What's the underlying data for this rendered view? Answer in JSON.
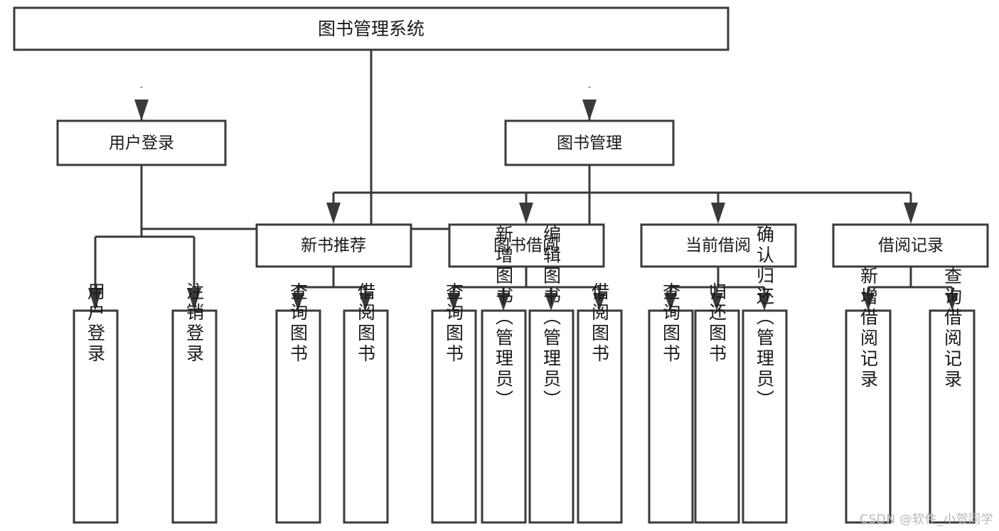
{
  "diagram": {
    "type": "tree-hierarchy-chart",
    "title": "图书管理系统",
    "orientation": "top-down",
    "colors": {
      "box_fill": "#ffffff",
      "box_stroke": "#3a3a3a",
      "text": "#1a1a1a",
      "watermark": "#b8b8b8",
      "background": "#ffffff"
    },
    "levels": {
      "root": {
        "label": "图书管理系统"
      },
      "level2": [
        {
          "label": "用户登录"
        },
        {
          "label": "图书管理"
        }
      ],
      "level3": [
        {
          "label": "新书推荐"
        },
        {
          "label": "图书借阅"
        },
        {
          "label": "当前借阅"
        },
        {
          "label": "借阅记录"
        }
      ],
      "leaves": {
        "user_login": [
          {
            "label": "用户登录"
          },
          {
            "label": "注销登录"
          }
        ],
        "new_book_recommend": [
          {
            "label": "查询图书"
          },
          {
            "label": "借阅图书"
          }
        ],
        "book_borrow": [
          {
            "label": "查询图书"
          },
          {
            "label": "新增图书（管理员）"
          },
          {
            "label": "编辑图书（管理员）"
          },
          {
            "label": "借阅图书"
          }
        ],
        "current_borrow": [
          {
            "label": "查询图书"
          },
          {
            "label": "归还图书"
          },
          {
            "label": "确认归还（管理员）"
          }
        ],
        "borrow_record": [
          {
            "label": "新增借阅记录"
          },
          {
            "label": "查询借阅记录"
          }
        ]
      }
    }
  },
  "watermark": {
    "text": "CSDN @软件_小贺同学"
  }
}
